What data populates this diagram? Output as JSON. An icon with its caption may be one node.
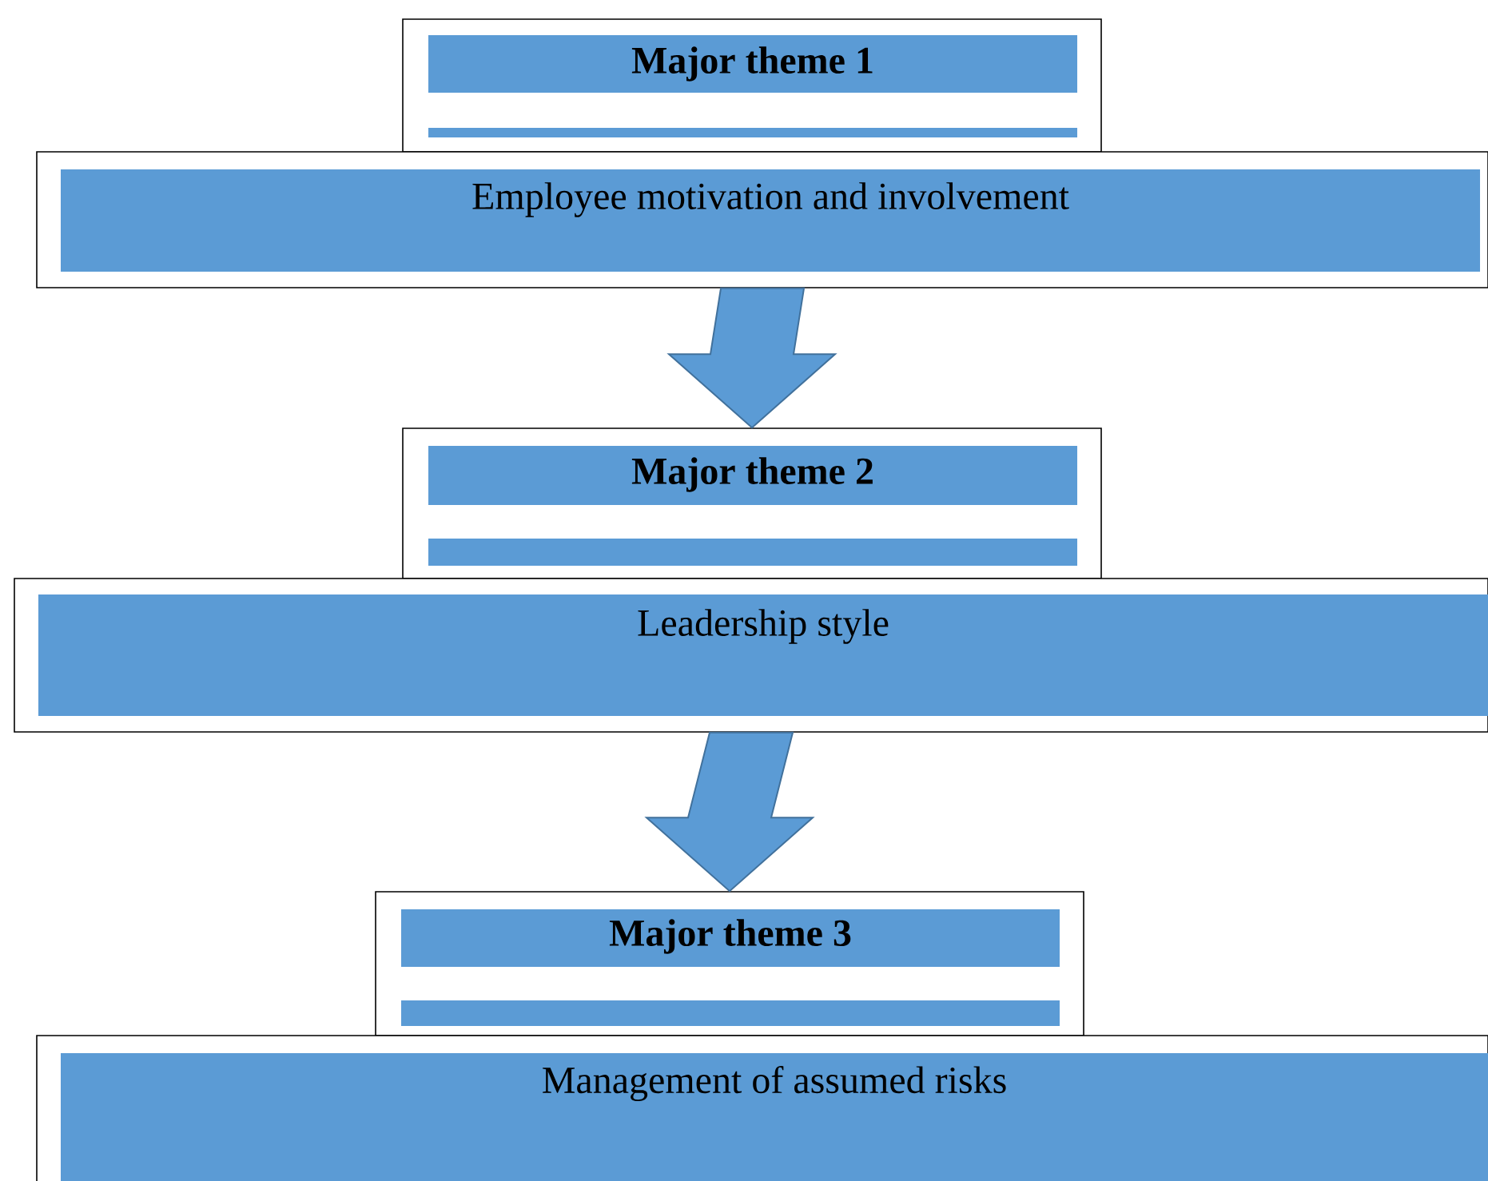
{
  "diagram": {
    "nodes": [
      {
        "text": [
          "**Major theme 1**"
        ]
      },
      {
        "text": [
          "Employee motivation and involvement"
        ]
      },
      {
        "text": [
          "**Major theme 2**"
        ]
      },
      {
        "text": [
          "Leadership style"
        ]
      },
      {
        "text": [
          "**Major theme 3**"
        ]
      },
      {
        "text": [
          "Management of assumed risks"
        ]
      }
    ],
    "edges": [
      {
        "from": 1,
        "to": 2,
        "arrow": "to"
      },
      {
        "from": 3,
        "to": 4,
        "arrow": "to"
      }
    ]
  }
}
